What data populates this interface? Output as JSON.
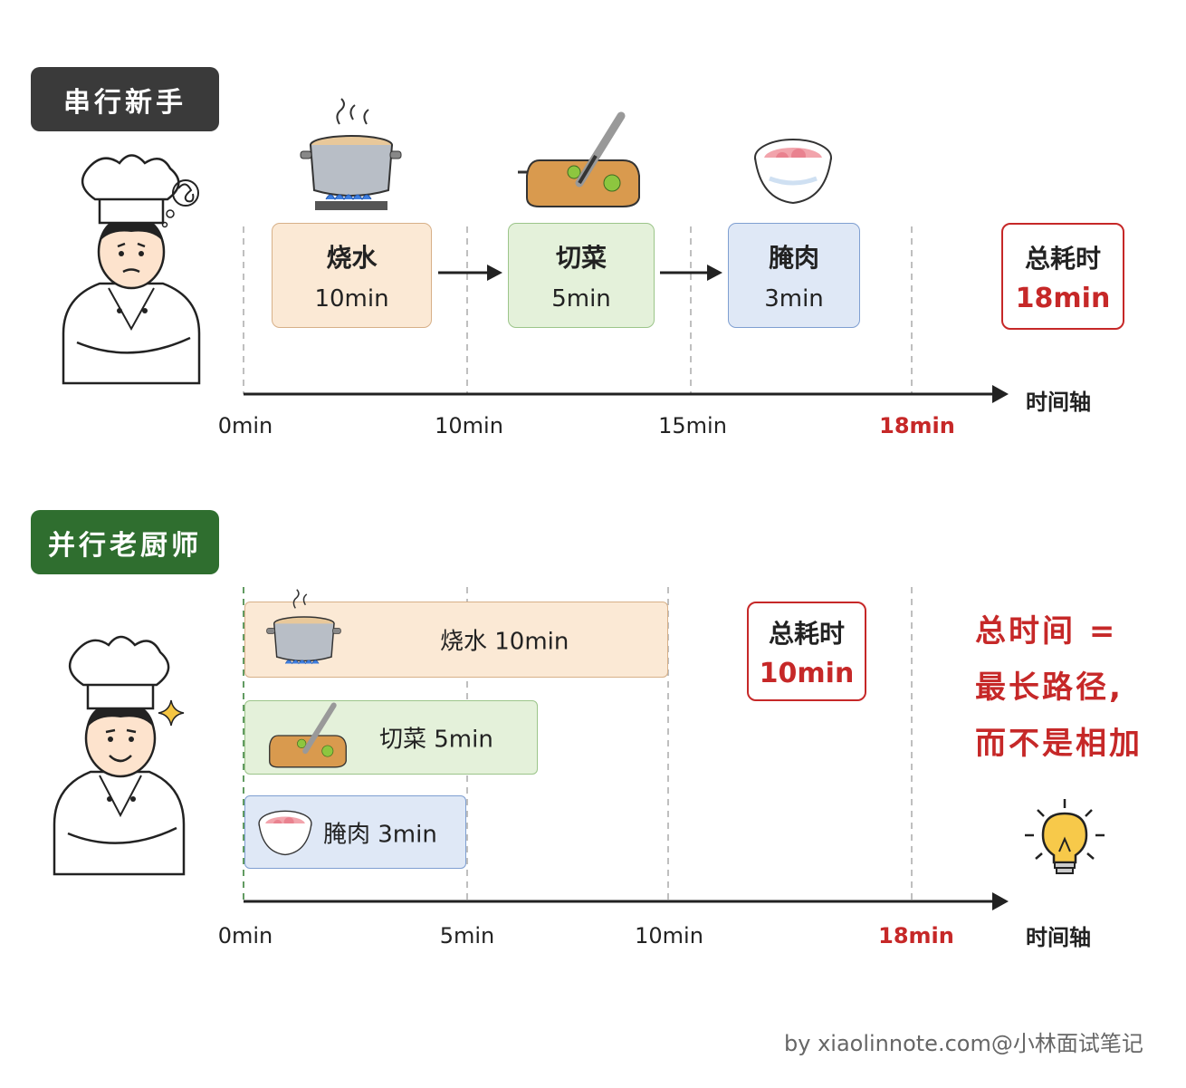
{
  "serial": {
    "title": "串行新手",
    "tasks": [
      {
        "name": "烧水",
        "duration": "10min"
      },
      {
        "name": "切菜",
        "duration": "5min"
      },
      {
        "name": "腌肉",
        "duration": "3min"
      }
    ],
    "total_label": "总耗时",
    "total_value": "18min",
    "ticks": [
      "0min",
      "10min",
      "15min",
      "18min"
    ],
    "axis_label": "时间轴"
  },
  "parallel": {
    "title": "并行老厨师",
    "bars": [
      {
        "text": "烧水  10min"
      },
      {
        "text": "切菜  5min"
      },
      {
        "text": "腌肉  3min"
      }
    ],
    "total_label": "总耗时",
    "total_value": "10min",
    "ticks": [
      "0min",
      "5min",
      "10min",
      "18min"
    ],
    "axis_label": "时间轴"
  },
  "conclusion": [
    "总时间 =",
    "最长路径,",
    "而不是相加"
  ],
  "footer": "by xiaolinnote.com@小林面试笔记",
  "colors": {
    "dark_badge": "#3a3a3a",
    "green_badge": "#2f6e2f",
    "water": "#fbe9d5",
    "veg": "#e4f1da",
    "meat": "#dfe8f6",
    "accent_red": "#c62828"
  },
  "icons": [
    "pot-icon",
    "cutting-board-icon",
    "meat-bowl-icon",
    "chef-worried-icon",
    "chef-confident-icon",
    "lightbulb-icon",
    "sparkle-icon"
  ]
}
